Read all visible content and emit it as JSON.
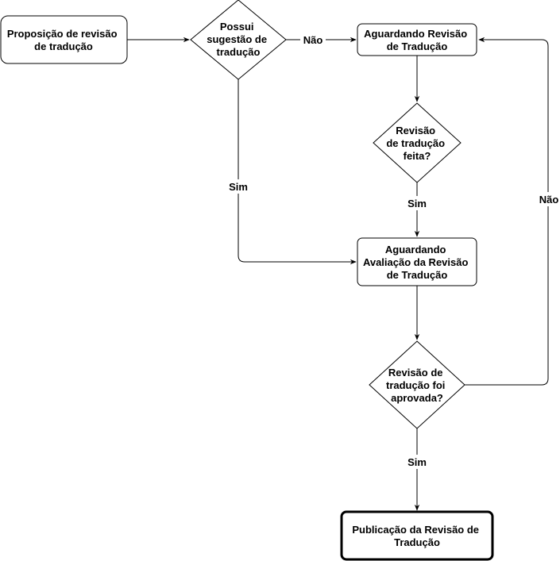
{
  "nodes": {
    "proposal": {
      "lines": [
        "Proposição de revisão",
        "de tradução"
      ]
    },
    "has_suggestion": {
      "lines": [
        "Possui",
        "sugestão de",
        "tradução"
      ]
    },
    "awaiting_review": {
      "lines": [
        "Aguardando Revisão",
        "de Tradução"
      ]
    },
    "review_done": {
      "lines": [
        "Revisão",
        "de tradução",
        "feita?"
      ]
    },
    "awaiting_evaluation": {
      "lines": [
        "Aguardando",
        "Avaliação da Revisão",
        "de Tradução"
      ]
    },
    "review_approved": {
      "lines": [
        "Revisão de",
        "tradução foi",
        "aprovada?"
      ]
    },
    "publication": {
      "lines": [
        "Publicação da Revisão de",
        "Tradução"
      ]
    }
  },
  "edges": {
    "suggestion_no": "Não",
    "suggestion_yes": "Sim",
    "review_done_yes": "Sim",
    "approved_no": "Não",
    "approved_yes": "Sim"
  }
}
